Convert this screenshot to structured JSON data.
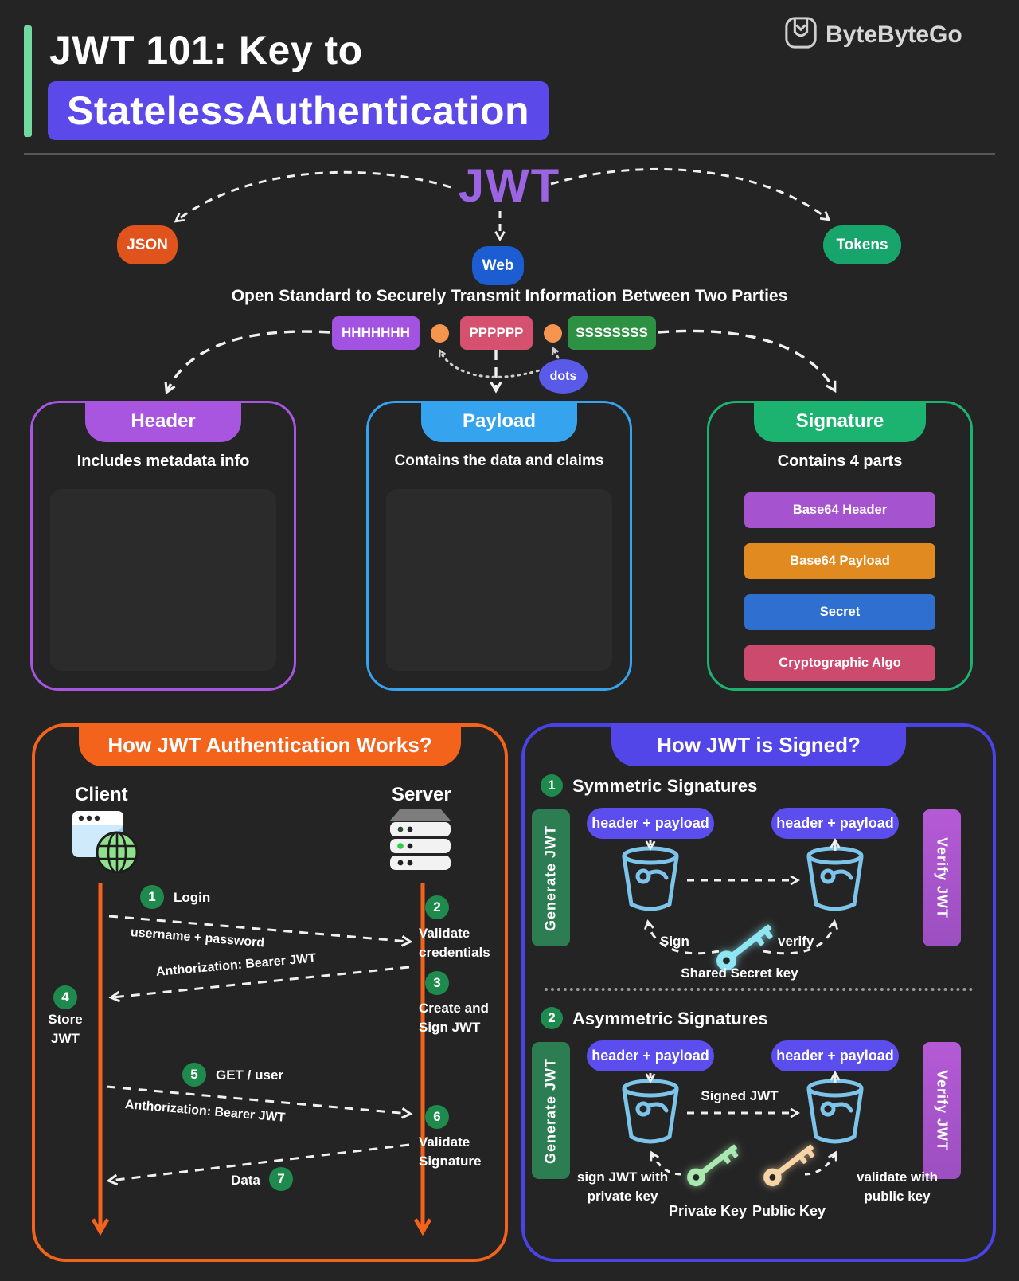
{
  "header": {
    "title_line1": "JWT 101: Key to",
    "title_line2": "StatelessAuthentication",
    "logo_text": "ByteByteGo"
  },
  "overview": {
    "jwt": "JWT",
    "json": "JSON",
    "web": "Web",
    "tokens": "Tokens",
    "subtitle": "Open Standard to Securely Transmit Information Between Two Parties",
    "token_header": "HHHHHHH",
    "token_payload": "PPPPPP",
    "token_signature": "SSSSSSSS",
    "dots_label": "dots"
  },
  "cards": {
    "header": {
      "title": "Header",
      "subtitle": "Includes metadata info"
    },
    "payload": {
      "title": "Payload",
      "subtitle": "Contains the data and claims"
    },
    "signature": {
      "title": "Signature",
      "subtitle": "Contains 4 parts",
      "parts": [
        {
          "label": "Base64 Header"
        },
        {
          "label": "Base64 Payload"
        },
        {
          "label": "Secret"
        },
        {
          "label": "Cryptographic Algo"
        }
      ]
    }
  },
  "auth_flow": {
    "title": "How JWT Authentication Works?",
    "client_label": "Client",
    "server_label": "Server",
    "step1": {
      "num": "1",
      "label": "Login"
    },
    "msg1": "username + password",
    "step2": {
      "num": "2",
      "line1": "Validate",
      "line2": "credentials"
    },
    "step3": {
      "num": "3",
      "line1": "Create and",
      "line2": "Sign JWT"
    },
    "msg2": "Anthorization: Bearer JWT",
    "step4": {
      "num": "4",
      "line1": "Store",
      "line2": "JWT"
    },
    "step5": {
      "num": "5",
      "label": "GET / user"
    },
    "msg3": "Anthorization: Bearer JWT",
    "step6": {
      "num": "6",
      "line1": "Validate",
      "line2": "Signature"
    },
    "msg4": "Data",
    "step7": {
      "num": "7"
    }
  },
  "signing": {
    "title": "How JWT is Signed?",
    "sym": {
      "num": "1",
      "title": "Symmetric Signatures"
    },
    "asym": {
      "num": "2",
      "title": "Asymmetric Signatures"
    },
    "generate_label": "Generate JWT",
    "verify_label": "Verify JWT",
    "pill": "header + payload",
    "sign_label": "Sign",
    "verify_small": "verify",
    "shared_key_label": "Shared Secret key",
    "signed_jwt_label": "Signed JWT",
    "sign_private_line1": "sign JWT with",
    "sign_private_line2": "private key",
    "private_key_label": "Private Key",
    "public_key_label": "Public Key",
    "validate_public_line1": "validate with",
    "validate_public_line2": "public key"
  },
  "colors": {
    "background": "#242424",
    "title_highlight": "#5b4ae9",
    "accent_bar_green": "#72d9a0",
    "jwt_purple": "#9b64e2",
    "json_orange": "#e1531d",
    "web_blue": "#1c5ed2",
    "tokens_green": "#17a56b",
    "header_purple": "#a855e0",
    "payload_blue": "#35a3ee",
    "signature_green": "#1cb371",
    "token_h_purple": "#a253e2",
    "token_p_rose": "#d5516e",
    "token_s_green": "#2d9143",
    "dots_indigo": "#5a5ae8",
    "dot_orange": "#f6954e",
    "auth_orange": "#f4631c",
    "signed_indigo": "#4a43e8",
    "step_green": "#1f8a4d",
    "generate_green": "#2d7d52",
    "verify_purple": "#ab57cf",
    "pill_indigo": "#5b4dee",
    "bucket_blue": "#7cc4ea",
    "base64_header": "#a653cf",
    "base64_payload": "#e08a20",
    "secret_blue": "#2f6fd0",
    "crypto_rose": "#cc4a6e",
    "shared_key_cyan": "#8ee6f2",
    "private_key_green": "#a9e8ae",
    "public_key_peach": "#f7d4a6"
  }
}
